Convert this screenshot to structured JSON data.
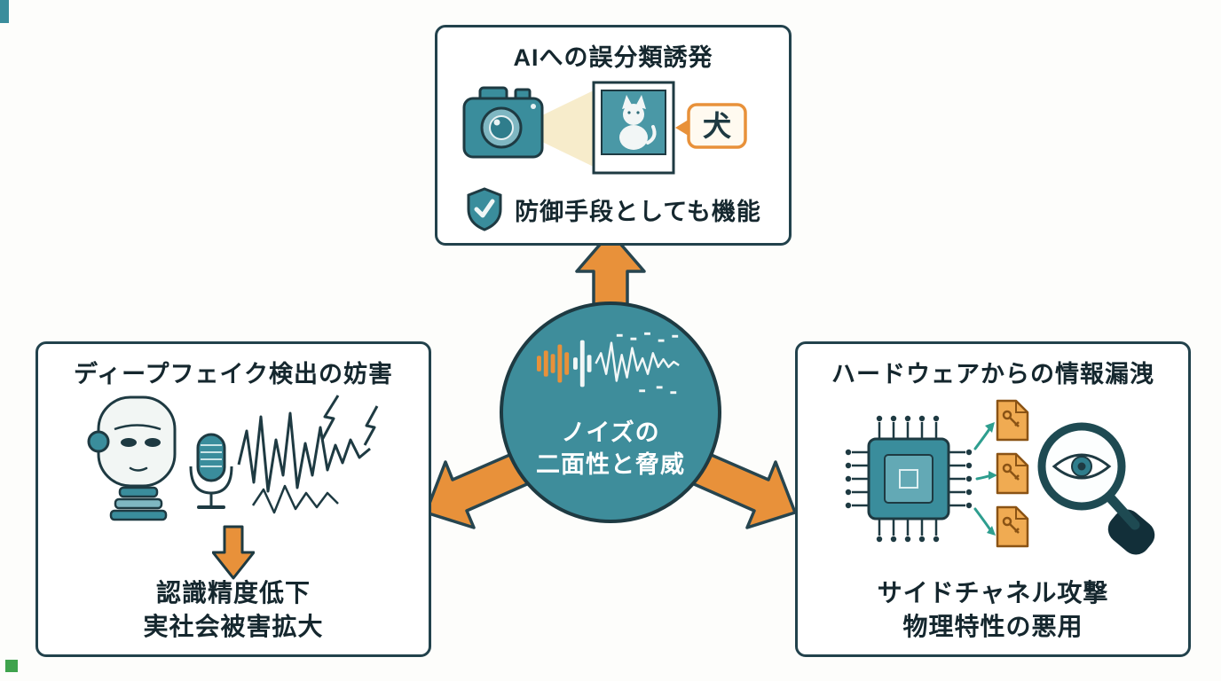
{
  "colors": {
    "teal": "#3A8D9C",
    "orange": "#E8913A",
    "outline": "#1E3A42",
    "background": "#FDFDFB",
    "document_orange": "#F0AB52",
    "leak_arrow_teal": "#2E9E8F"
  },
  "center": {
    "line1": "ノイズの",
    "line2": "二面性と脅威",
    "icon": "noise-waveform-icon"
  },
  "cards": {
    "top": {
      "title": "AIへの誤分類誘発",
      "bubble_label": "犬",
      "note": "防御手段としても機能",
      "icons": [
        "camera-icon",
        "flash-beam",
        "cat-photo-icon",
        "speech-bubble",
        "shield-check-icon"
      ]
    },
    "left": {
      "title": "ディープフェイク検出の妨害",
      "line1": "認識精度低下",
      "line2": "実社会被害拡大",
      "icons": [
        "robot-head-icon",
        "microphone-icon",
        "noise-zigzag-icon",
        "lightning-bolt-icons",
        "down-arrow-icon"
      ]
    },
    "right": {
      "title": "ハードウェアからの情報漏洩",
      "line1": "サイドチャネル攻撃",
      "line2": "物理特性の悪用",
      "icons": [
        "cpu-chip-icon",
        "key-document-icons",
        "leak-arrow-icons",
        "magnifier-eye-icon",
        "hand-icon"
      ]
    }
  }
}
